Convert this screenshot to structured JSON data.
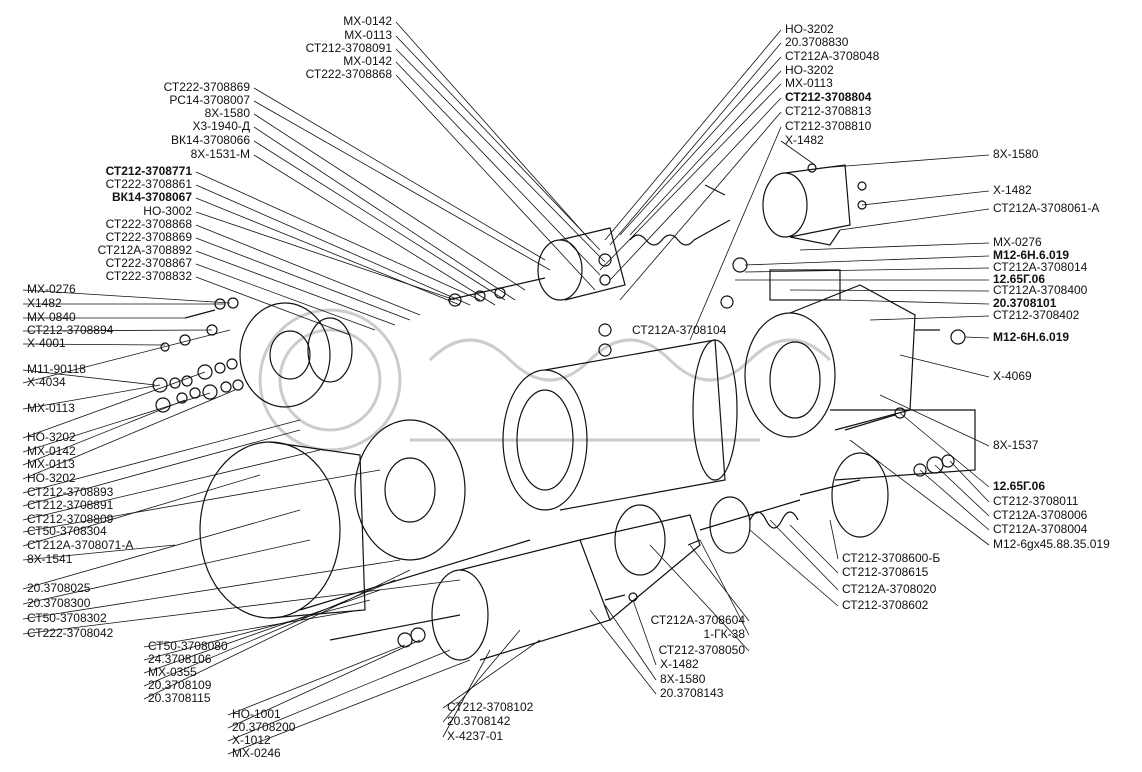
{
  "diagram": {
    "type": "exploded-parts-diagram",
    "line_color": "#111111",
    "background": "#ffffff",
    "watermark_color": "#c8c8c8",
    "top_center_labels": [
      "МХ-0142",
      "МХ-0113",
      "СТ212-3708091",
      "МХ-0142",
      "СТ222-3708868"
    ],
    "upper_left_labels": [
      "СТ222-3708869",
      "РС14-3708007",
      "8Х-1580",
      "Х3-1940-Д",
      "ВК14-3708066",
      "8Х-1531-М"
    ],
    "mid_left_labels": [
      "СТ212-3708771",
      "СТ222-3708861",
      "ВК14-3708067",
      "НО-3002",
      "СТ222-3708868",
      "СТ222-3708869",
      "СТ212А-3708892",
      "СТ222-3708867",
      "СТ222-3708832"
    ],
    "left_labels": [
      "МХ-0276",
      "Х1482",
      "МХ-0840",
      "СТ212-3708894",
      "Х-4001",
      "М11-90118",
      "Х-4034",
      "МХ-0113",
      "НО-3202",
      "МХ-0142",
      "МХ-0113",
      "НО-3202",
      "СТ212-3708893",
      "СТ212-3708891",
      "СТ212-3708809",
      "СТ50-3708304",
      "СТ212А-3708071-А",
      "8Х-1541",
      "20.3708025",
      "20.3708300",
      "СТ50-3708302",
      "СТ222-3708042"
    ],
    "bottom_left_labels": [
      "СТ50-3708080",
      "24.3708106",
      "МХ-0355",
      "20.3708109",
      "20.3708115"
    ],
    "bottom_labels": [
      "НО-1001",
      "20.3708200",
      "Х-1012",
      "МХ-0246"
    ],
    "bottom_center_labels": [
      "СТ212-3708102",
      "20.3708142",
      "Х-4237-01"
    ],
    "bottom_screw_labels": [
      "Х-1482",
      "8Х-1580",
      "20.3708143"
    ],
    "bottom_mid_labels": [
      "СТ212А-3708604",
      "1-ГК-38",
      "СТ212-3708050"
    ],
    "drive_labels": [
      "СТ212-3708600-Б",
      "СТ212-3708615",
      "СТ212А-3708020",
      "СТ212-3708602"
    ],
    "right_lower_labels": [
      "12.65Г.06",
      "СТ212-3708011",
      "СТ212А-3708006",
      "СТ212А-3708004",
      "М12-6gx45.88.35.019"
    ],
    "right_mid_labels": [
      "М12-6Н.6.019",
      "Х-4069",
      "8Х-1537"
    ],
    "top_right_labels": [
      "НО-3202",
      "20.3708830",
      "СТ212А-3708048",
      "НО-3202",
      "МХ-0113",
      "СТ212-3708804",
      "СТ212-3708813",
      "СТ212-3708810",
      "Х-1482"
    ],
    "right_upper_labels": [
      "8Х-1580",
      "Х-1482",
      "СТ212А-3708061-А",
      "МХ-0276",
      "М12-6Н.6.019",
      "СТ212А-3708014",
      "12.65Г.06",
      "СТ212А-3708400",
      "20.3708101",
      "СТ212-3708402"
    ],
    "center_label": "СТ212А-3708104"
  }
}
